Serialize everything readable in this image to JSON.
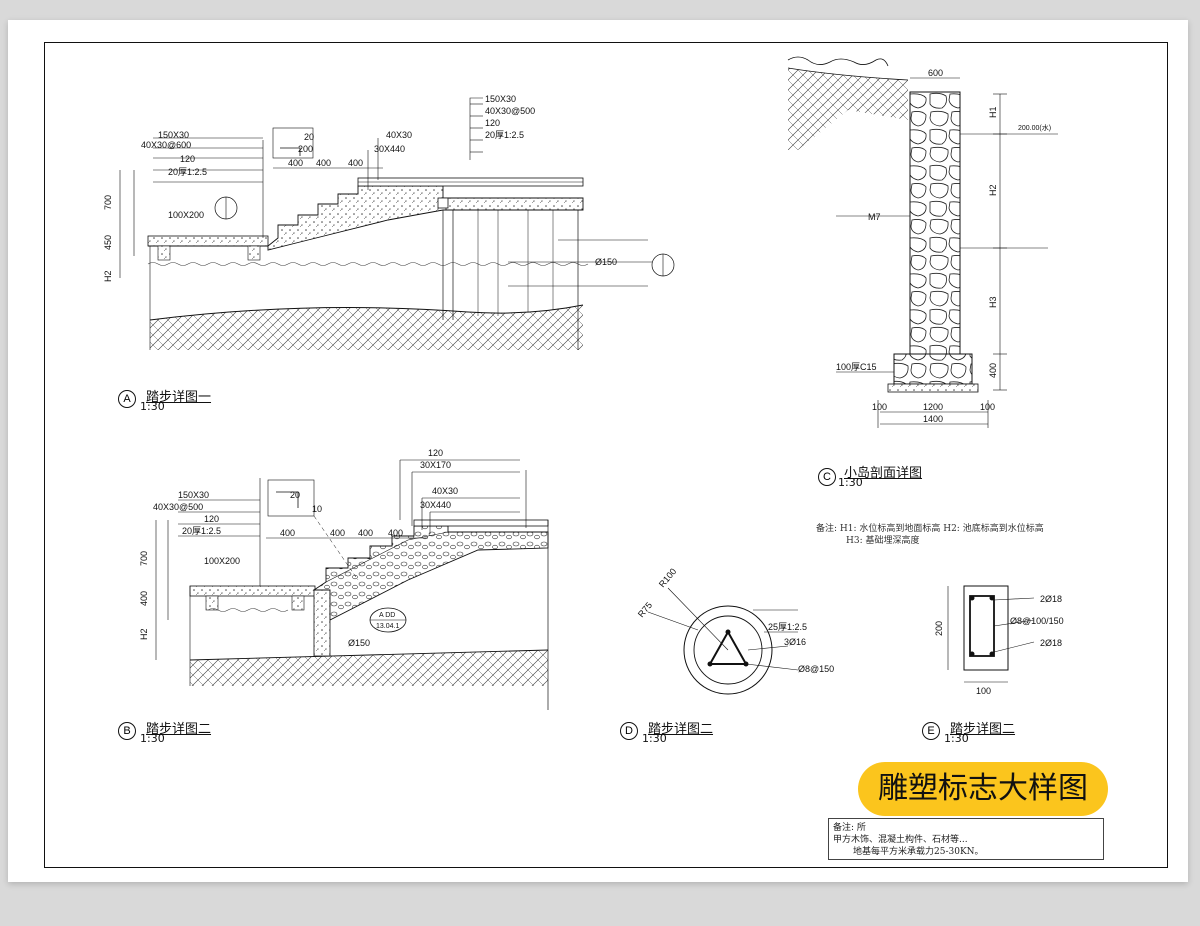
{
  "banner": {
    "title": "雕塑标志大样图"
  },
  "details": {
    "a": {
      "tag": "A",
      "title": "踏步详图一",
      "scale": "1:30"
    },
    "b": {
      "tag": "B",
      "title": "踏步详图二",
      "scale": "1:30"
    },
    "c": {
      "tag": "C",
      "title": "小岛剖面详图",
      "scale": "1:30"
    },
    "d": {
      "tag": "D",
      "title": "踏步详图二",
      "scale": "1:30"
    },
    "e": {
      "tag": "E",
      "title": "踏步详图二",
      "scale": "1:30"
    }
  },
  "annotations_a": {
    "l1": "150X30",
    "l2": "40X30",
    "l3": "400",
    "l4": "40X30",
    "l5": "150X30",
    "l6": "40X30@500",
    "l7": "120",
    "l8": "20厚1:2.5",
    "l9": "30X440",
    "l10": "100X200",
    "l11": "120",
    "l12": "20厚1:2.5",
    "l13": "Ø150",
    "l14": "40X30@600",
    "dim_700": "700",
    "dim_450": "450",
    "dim_h2": "H2",
    "step_400a": "400",
    "step_400b": "400",
    "step_400c": "400",
    "dim_200": "200",
    "dim_20": "20"
  },
  "annotations_b": {
    "l1": "150X30",
    "l2": "40X30@500",
    "l3": "120",
    "l4": "20厚1:2.5",
    "l5": "100X200",
    "l6": "120",
    "l7": "30X170",
    "l8": "40X30",
    "l9": "30X440",
    "l10": "Ø150",
    "ref_top": "A  DD",
    "ref_bottom": "13.04.1",
    "dim_700": "700",
    "dim_400": "400",
    "dim_h2": "H2",
    "step_400a": "400",
    "step_400b": "400",
    "step_400c": "400",
    "step_400d": "400",
    "dim_20": "20",
    "dim_10": "10"
  },
  "annotations_c": {
    "dim_600": "600",
    "dim_h1": "H1",
    "dim_h2": "H2",
    "dim_h3": "H3",
    "dim_400": "400",
    "level": "200.00(水)",
    "wall": "M7",
    "base": "100厚C15",
    "dim_100a": "100",
    "dim_1200": "1200",
    "dim_100b": "100",
    "dim_1400": "1400",
    "note_line1": "备注: H1: 水位标高到地面标高  H2: 池底标高到水位标高",
    "note_line2": "H3: 基础埋深高度"
  },
  "annotations_d": {
    "r100": "R100",
    "r75": "R75",
    "l1": "25厚1:2.5",
    "l2": "3Ø16",
    "l3": "Ø8@150"
  },
  "annotations_e": {
    "dim_200": "200",
    "dim_100": "100",
    "l1": "2Ø18",
    "l2": "Ø8@100/150",
    "l3": "2Ø18"
  },
  "notebox": {
    "line1": "备注: 所",
    "line2": "甲方木饰、混凝土构件、石材等...",
    "line3": "地基每平方米承载力25-30KN。"
  }
}
